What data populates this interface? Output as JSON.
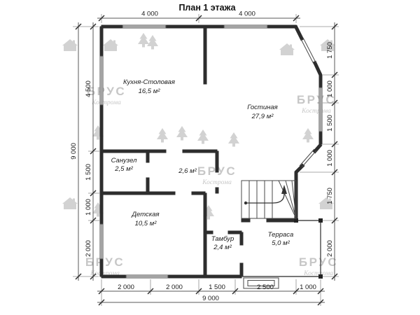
{
  "title": "План 1 этажа",
  "watermark": {
    "brand": "БРУС",
    "city": "Кострома"
  },
  "rooms": {
    "kitchen": {
      "name": "Кухня-Столовая",
      "area": "16,5 м²"
    },
    "living": {
      "name": "Гостиная",
      "area": "27,9 м²"
    },
    "bathroom": {
      "name": "Санузел",
      "area": "2,5 м²"
    },
    "hall": {
      "area": "2,6 м²"
    },
    "kids": {
      "name": "Детская",
      "area": "10,5 м²"
    },
    "vestibule": {
      "name": "Тамбур",
      "area": "2,4 м²"
    },
    "terrace": {
      "name": "Терраса",
      "area": "5,0 м²"
    }
  },
  "dims": {
    "top": [
      "4 000",
      "4 000"
    ],
    "left_outer": "9 000",
    "left_inner": [
      "4 500",
      "1 500",
      "1 000",
      "2 000"
    ],
    "right": [
      "1 750",
      "1 000",
      "1 500",
      "1 000",
      "1 750",
      "2 000"
    ],
    "bottom": [
      "2 000",
      "2 000",
      "1 500",
      "2 500",
      "1 000"
    ],
    "bottom_outer": "9 000"
  },
  "colors": {
    "wall": "#2d2d2d",
    "watermark": "#c7c7c7",
    "background": "#ffffff"
  }
}
